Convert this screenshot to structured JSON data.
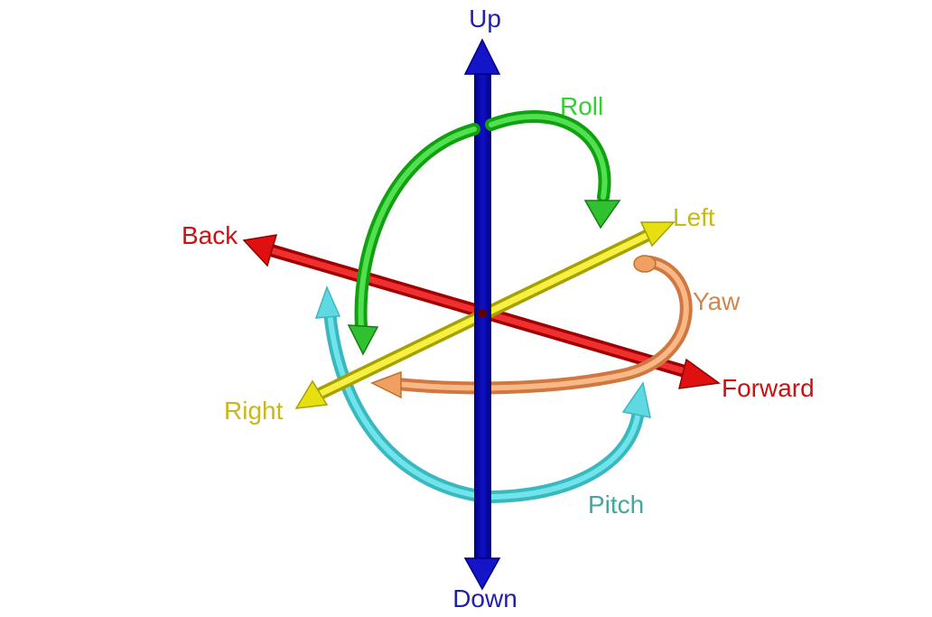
{
  "axes": {
    "up": "Up",
    "down": "Down",
    "back": "Back",
    "forward": "Forward",
    "left": "Left",
    "right": "Right"
  },
  "rotations": {
    "roll": "Roll",
    "yaw": "Yaw",
    "pitch": "Pitch"
  },
  "colors": {
    "vertical_axis": "#0a0ab4",
    "longitudinal_axis": "#e01010",
    "lateral_axis": "#e6e010",
    "roll": "#20c020",
    "yaw": "#f0a060",
    "pitch": "#40d0d8",
    "label_up_down": "#2020b0",
    "label_back_forward": "#d01010",
    "label_left_right": "#c8b818",
    "label_roll": "#30d030",
    "label_yaw": "#d08850",
    "label_pitch": "#40a8a0"
  }
}
